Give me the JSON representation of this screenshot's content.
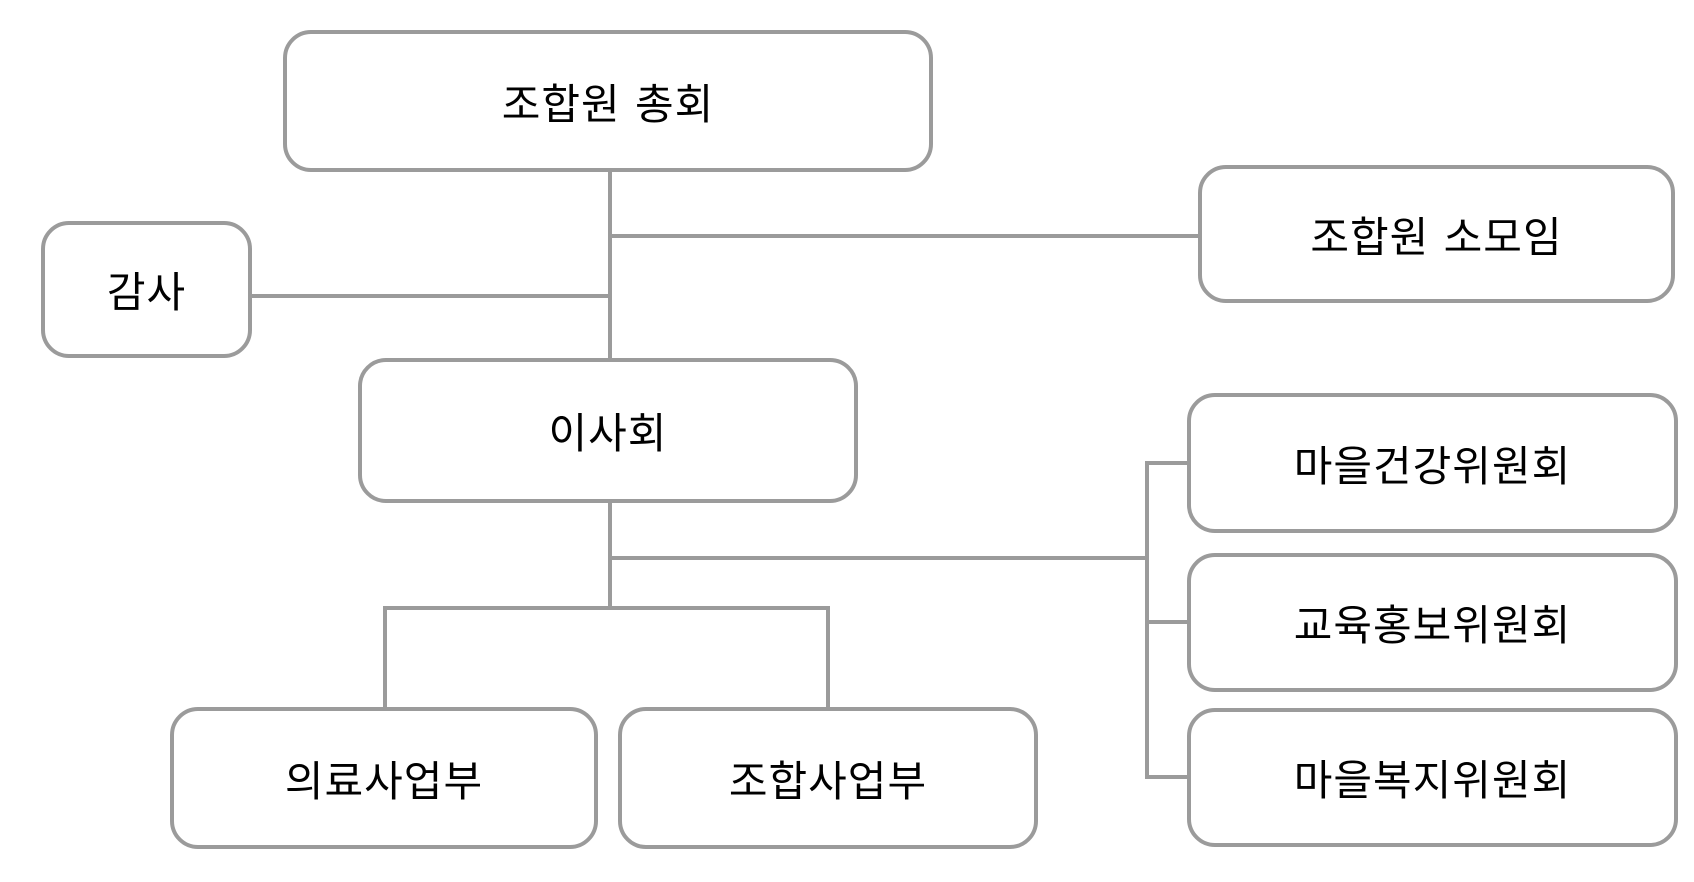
{
  "diagram": {
    "type": "org-chart",
    "colors": {
      "line": "#9b9b9b",
      "text": "#000000",
      "background": "#ffffff"
    },
    "nodes": [
      {
        "id": "general-assembly",
        "label": "조합원 총회"
      },
      {
        "id": "audit",
        "label": "감사"
      },
      {
        "id": "member-small-group",
        "label": "조합원 소모임"
      },
      {
        "id": "board-of-directors",
        "label": "이사회"
      },
      {
        "id": "medical-division",
        "label": "의료사업부"
      },
      {
        "id": "coop-division",
        "label": "조합사업부"
      },
      {
        "id": "village-health-committee",
        "label": "마을건강위원회"
      },
      {
        "id": "education-pr-committee",
        "label": "교육홍보위원회"
      },
      {
        "id": "village-welfare-committee",
        "label": "마을복지위원회"
      }
    ],
    "edges": [
      {
        "from": "general-assembly",
        "to": "audit"
      },
      {
        "from": "general-assembly",
        "to": "member-small-group"
      },
      {
        "from": "general-assembly",
        "to": "board-of-directors"
      },
      {
        "from": "board-of-directors",
        "to": "medical-division"
      },
      {
        "from": "board-of-directors",
        "to": "coop-division"
      },
      {
        "from": "board-of-directors",
        "to": "village-health-committee"
      },
      {
        "from": "board-of-directors",
        "to": "education-pr-committee"
      },
      {
        "from": "board-of-directors",
        "to": "village-welfare-committee"
      }
    ]
  }
}
